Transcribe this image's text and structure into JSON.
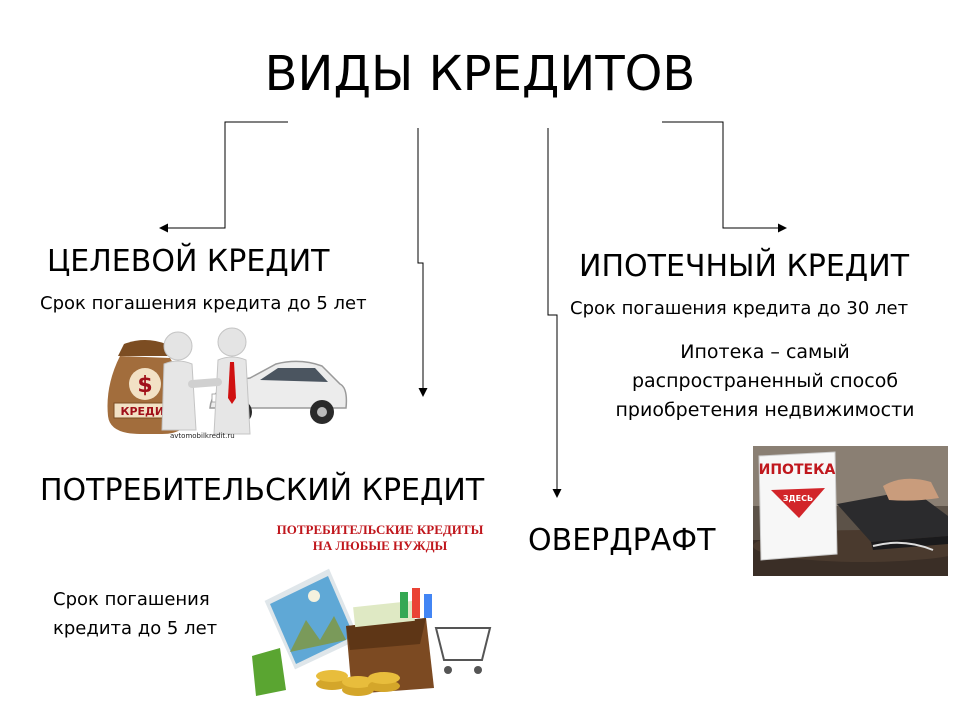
{
  "title": "ВИДЫ КРЕДИТОВ",
  "nodes": {
    "target": {
      "label": "ЦЕЛЕВОЙ КРЕДИТ",
      "term": "Срок погашения кредита до 5 лет"
    },
    "mortgage": {
      "label": "ИПОТЕЧНЫЙ КРЕДИТ",
      "term": "Срок погашения кредита до 30  лет",
      "note": [
        "Ипотека – самый",
        "распространенный способ",
        "приобретения недвижимости"
      ]
    },
    "consumer": {
      "label": "ПОТРЕБИТЕЛЬСКИЙ КРЕДИТ",
      "term": [
        "Срок погашения",
        "кредита до 5 лет"
      ]
    },
    "overdraft": {
      "label": "ОВЕРДРАФТ"
    }
  },
  "images": {
    "car_bag": {
      "bag_text": "КРЕДИТ",
      "watermark": "avtomobilkredit.ru"
    },
    "mortgage_sign": {
      "sign_title": "ИПОТЕКА",
      "sign_sub": "ЗДЕСЬ"
    },
    "consumer_banner": {
      "line1": "ПОТРЕБИТЕЛЬСКИЕ КРЕДИТЫ",
      "line2": "НА ЛЮБЫЕ НУЖДЫ"
    }
  },
  "colors": {
    "line": "#000000",
    "banner_red": "#c0171d",
    "sign_red": "#d2252a"
  }
}
